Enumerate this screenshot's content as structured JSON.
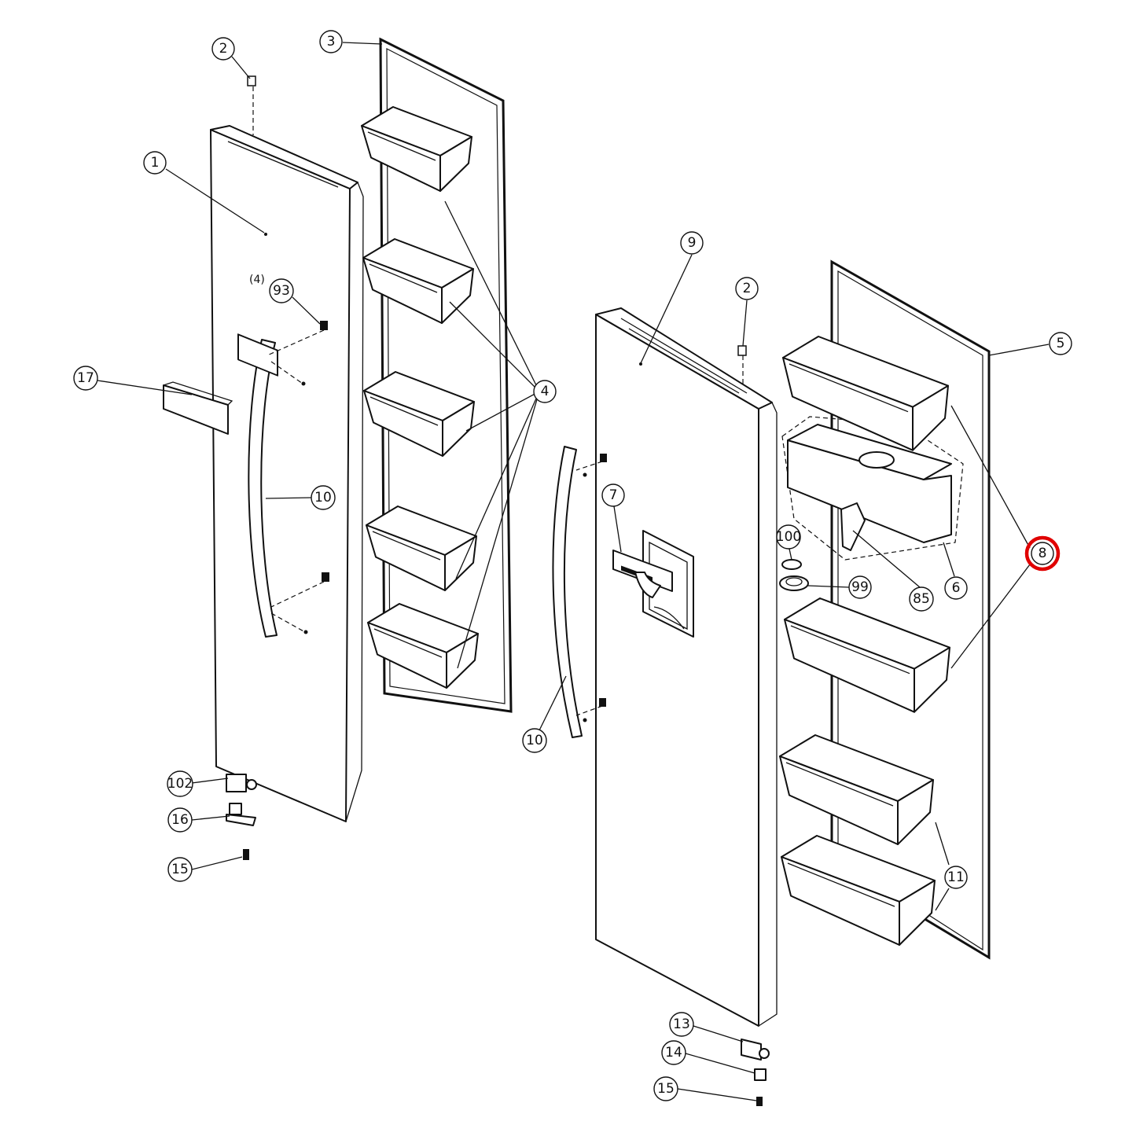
{
  "highlight": {
    "label": "8",
    "color": "#e00000"
  },
  "note": "(4)",
  "callouts": [
    {
      "id": "c-2-left",
      "label": "2"
    },
    {
      "id": "c-3",
      "label": "3"
    },
    {
      "id": "c-1",
      "label": "1"
    },
    {
      "id": "c-93",
      "label": "93"
    },
    {
      "id": "c-17",
      "label": "17"
    },
    {
      "id": "c-10-left",
      "label": "10"
    },
    {
      "id": "c-4",
      "label": "4"
    },
    {
      "id": "c-102",
      "label": "102"
    },
    {
      "id": "c-16",
      "label": "16"
    },
    {
      "id": "c-15-left",
      "label": "15"
    },
    {
      "id": "c-9",
      "label": "9"
    },
    {
      "id": "c-2-right",
      "label": "2"
    },
    {
      "id": "c-5",
      "label": "5"
    },
    {
      "id": "c-7",
      "label": "7"
    },
    {
      "id": "c-100",
      "label": "100"
    },
    {
      "id": "c-99",
      "label": "99"
    },
    {
      "id": "c-85",
      "label": "85"
    },
    {
      "id": "c-6",
      "label": "6"
    },
    {
      "id": "c-8",
      "label": "8"
    },
    {
      "id": "c-10-right",
      "label": "10"
    },
    {
      "id": "c-11",
      "label": "11"
    },
    {
      "id": "c-13",
      "label": "13"
    },
    {
      "id": "c-14",
      "label": "14"
    },
    {
      "id": "c-15-right",
      "label": "15"
    }
  ]
}
